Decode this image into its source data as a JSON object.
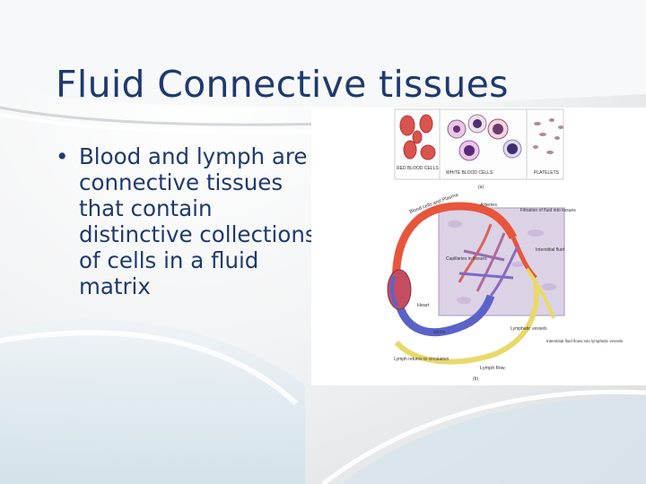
{
  "slide": {
    "title": "Fluid Connective tissues",
    "bullets": [
      "Blood and lymph are connective tissues that contain distinctive collections of cells in a fluid matrix"
    ],
    "bullet_glyph": "•",
    "colors": {
      "text": "#1f3a6d",
      "artery": "#e8553b",
      "vein": "#5b63c9",
      "lymph": "#e8d96a"
    }
  },
  "figure": {
    "panel_a": {
      "labels": [
        "RED BLOOD CELLS",
        "WHITE BLOOD CELLS",
        "PLATELETS"
      ],
      "caption": "(a)"
    },
    "panel_b": {
      "labels": {
        "blood_cells": "Blood cells and Plasma",
        "arteries": "Arteries",
        "filtration": "Filtration of fluid into tissues",
        "capillaries": "Capillaries in tissues",
        "interstitial_fluid": "Interstitial fluid",
        "heart": "Heart",
        "veins": "Veins",
        "lymphatic_vessels": "Lymphatic vessels",
        "interstitial_flows": "Interstitial fluid flows into lymphatic vessels",
        "lymph_returns": "Lymph returns to circulation",
        "lymph_flow": "Lymph flow"
      },
      "caption": "(b)"
    }
  }
}
